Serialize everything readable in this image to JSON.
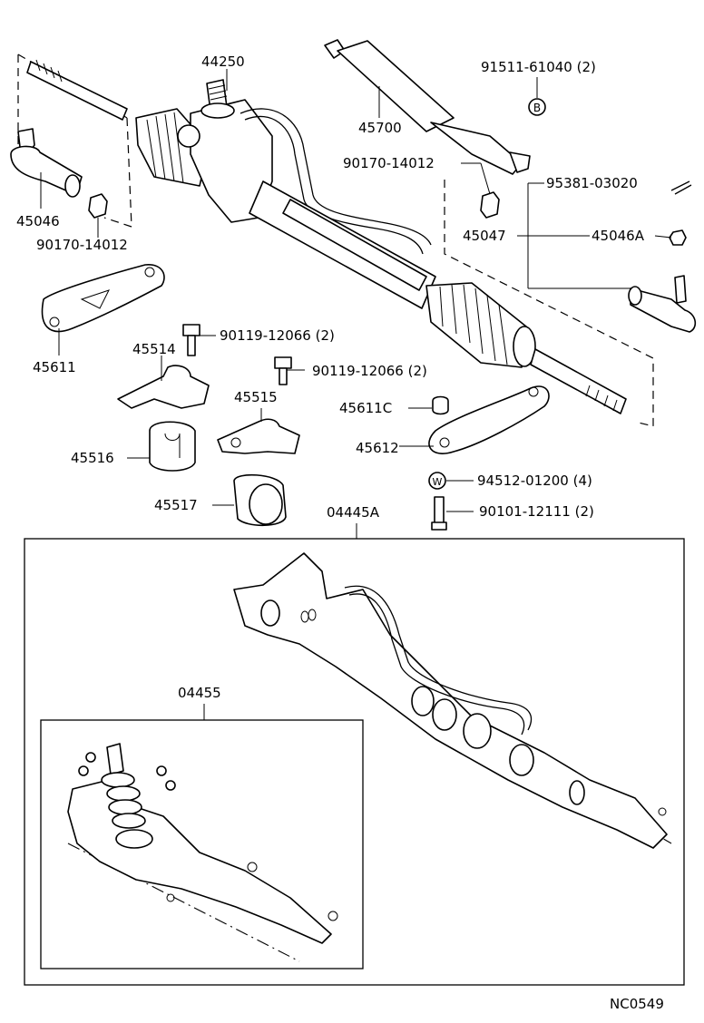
{
  "diagram_code": "NC0549",
  "parts": {
    "p44250": "44250",
    "p45700": "45700",
    "p91511": "91511-61040 (2)",
    "p90170_r": "90170-14012",
    "p95381": "95381-03020",
    "p45047": "45047",
    "p45046A": "45046A",
    "p45046": "45046",
    "p90170_l": "90170-14012",
    "p45611": "45611",
    "p90119_a": "90119-12066 (2)",
    "p45514": "45514",
    "p90119_b": "90119-12066 (2)",
    "p45515": "45515",
    "p45611C": "45611C",
    "p45516": "45516",
    "p45612": "45612",
    "p94512": "94512-01200 (4)",
    "p45517": "45517",
    "p90101": "90101-12111 (2)",
    "p04445A": "04445A",
    "p04455": "04455"
  },
  "callout_letters": {
    "washer_b": "B",
    "washer_w": "W"
  }
}
